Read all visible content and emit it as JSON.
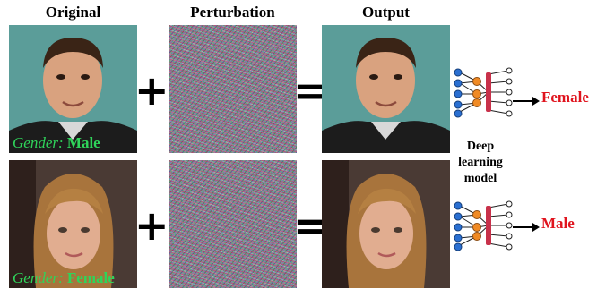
{
  "headers": {
    "original": "Original",
    "perturbation": "Perturbation",
    "output": "Output"
  },
  "rows": [
    {
      "gender_key": "Gender:",
      "gender_value": "Male",
      "prediction": "Female"
    },
    {
      "gender_key": "Gender:",
      "gender_value": "Female",
      "prediction": "Male"
    }
  ],
  "operators": {
    "plus": "+",
    "equals": "="
  },
  "model_label": "Deep learning model",
  "colors": {
    "prediction_text": "#e0141e",
    "gender_label": "#2fd45a",
    "network_nodes": "#2a6fd1",
    "network_hidden": "#f08a24",
    "network_output": "#c8314a"
  }
}
